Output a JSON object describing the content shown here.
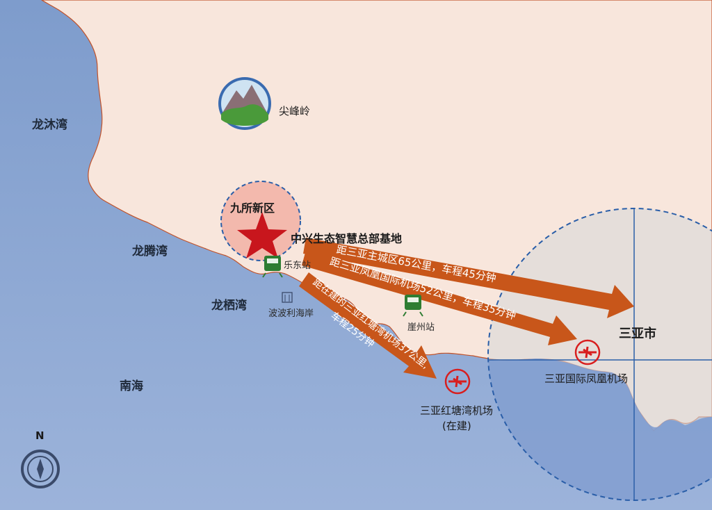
{
  "labels": {
    "longmu_bay": "龙沐湾",
    "longteng_bay": "龙腾湾",
    "longqi_bay": "龙栖湾",
    "south_sea": "南海",
    "jianfengling": "尖峰岭",
    "jiusuo_district": "九所新区",
    "zhongxing_hq": "中兴生态智慧总部基地",
    "ledong_station": "乐东站",
    "yazhou_station": "崖州站",
    "bobolihaian": "波波利海岸",
    "sanya_city": "三亚市",
    "phoenix_airport": "三亚国际凤凰机场",
    "hongtangwan_airport": "三亚红塘湾机场",
    "hongtangwan_note": "(在建)",
    "north": "N"
  },
  "routes": {
    "to_sanya_city": "距三亚主城区65公里，车程45分钟",
    "to_phoenix_airport": "距三亚凤凰国际机场52公里，车程35分钟",
    "to_hongtangwan_line1": "距在建的三亚红塘湾机场37公里,",
    "to_hongtangwan_line2": "车程25分钟"
  },
  "colors": {
    "land": "#f8e6dc",
    "sea": "#8aa5cf",
    "arrow": "#c8561a",
    "star": "#c8161d",
    "district_fill": "#f3b9ad",
    "circle_dash": "#2a5ea8",
    "airport_red": "#d81e1e",
    "train_green": "#2e7d32",
    "sanya_overlay": "#d9d9d9"
  },
  "icons": [
    "mountain-icon",
    "train-icon",
    "airport-icon",
    "building-icon",
    "compass-icon",
    "star-icon"
  ]
}
